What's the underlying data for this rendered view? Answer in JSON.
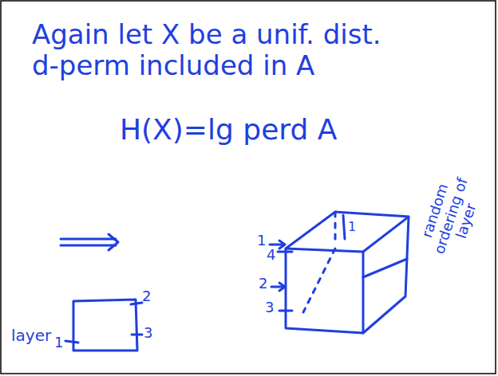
{
  "diagram": {
    "labels": [
      "Again let X be a unif. dist. d-perm included in A",
      "H(X)=lg perd A",
      "layer",
      "1",
      "2",
      "3",
      "1",
      "1",
      "4",
      "2",
      "3",
      "random ordering of layer"
    ]
  }
}
